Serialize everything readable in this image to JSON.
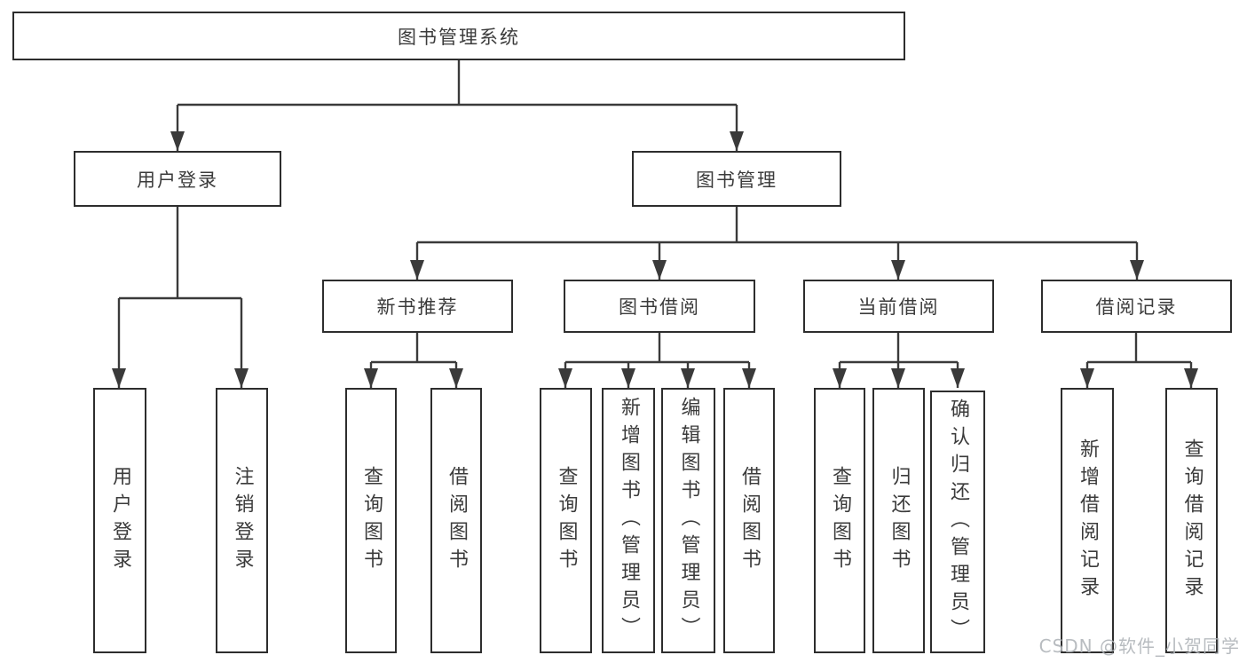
{
  "colors": {
    "background": "#ffffff",
    "box_border": "#2d2d2d",
    "connector_line": "#3a3a3a",
    "text": "#3b3b3b",
    "watermark_text": "#b2b6bb"
  },
  "tree": {
    "root": {
      "label": "图书管理系统",
      "children": [
        {
          "label": "用户登录",
          "children": [
            {
              "label": "用户登录"
            },
            {
              "label": "注销登录"
            }
          ]
        },
        {
          "label": "图书管理",
          "children": [
            {
              "label": "新书推荐",
              "children": [
                {
                  "label": "查询图书"
                },
                {
                  "label": "借阅图书"
                }
              ]
            },
            {
              "label": "图书借阅",
              "children": [
                {
                  "label": "查询图书"
                },
                {
                  "label": "新增图书（管理员）"
                },
                {
                  "label": "编辑图书（管理员）"
                },
                {
                  "label": "借阅图书"
                }
              ]
            },
            {
              "label": "当前借阅",
              "children": [
                {
                  "label": "查询图书"
                },
                {
                  "label": "归还图书"
                },
                {
                  "label": "确认归还（管理员）"
                }
              ]
            },
            {
              "label": "借阅记录",
              "children": [
                {
                  "label": "新增借阅记录"
                },
                {
                  "label": "查询借阅记录"
                }
              ]
            }
          ]
        }
      ]
    }
  },
  "watermark": {
    "text": "CSDN @软件_小贺同学"
  }
}
